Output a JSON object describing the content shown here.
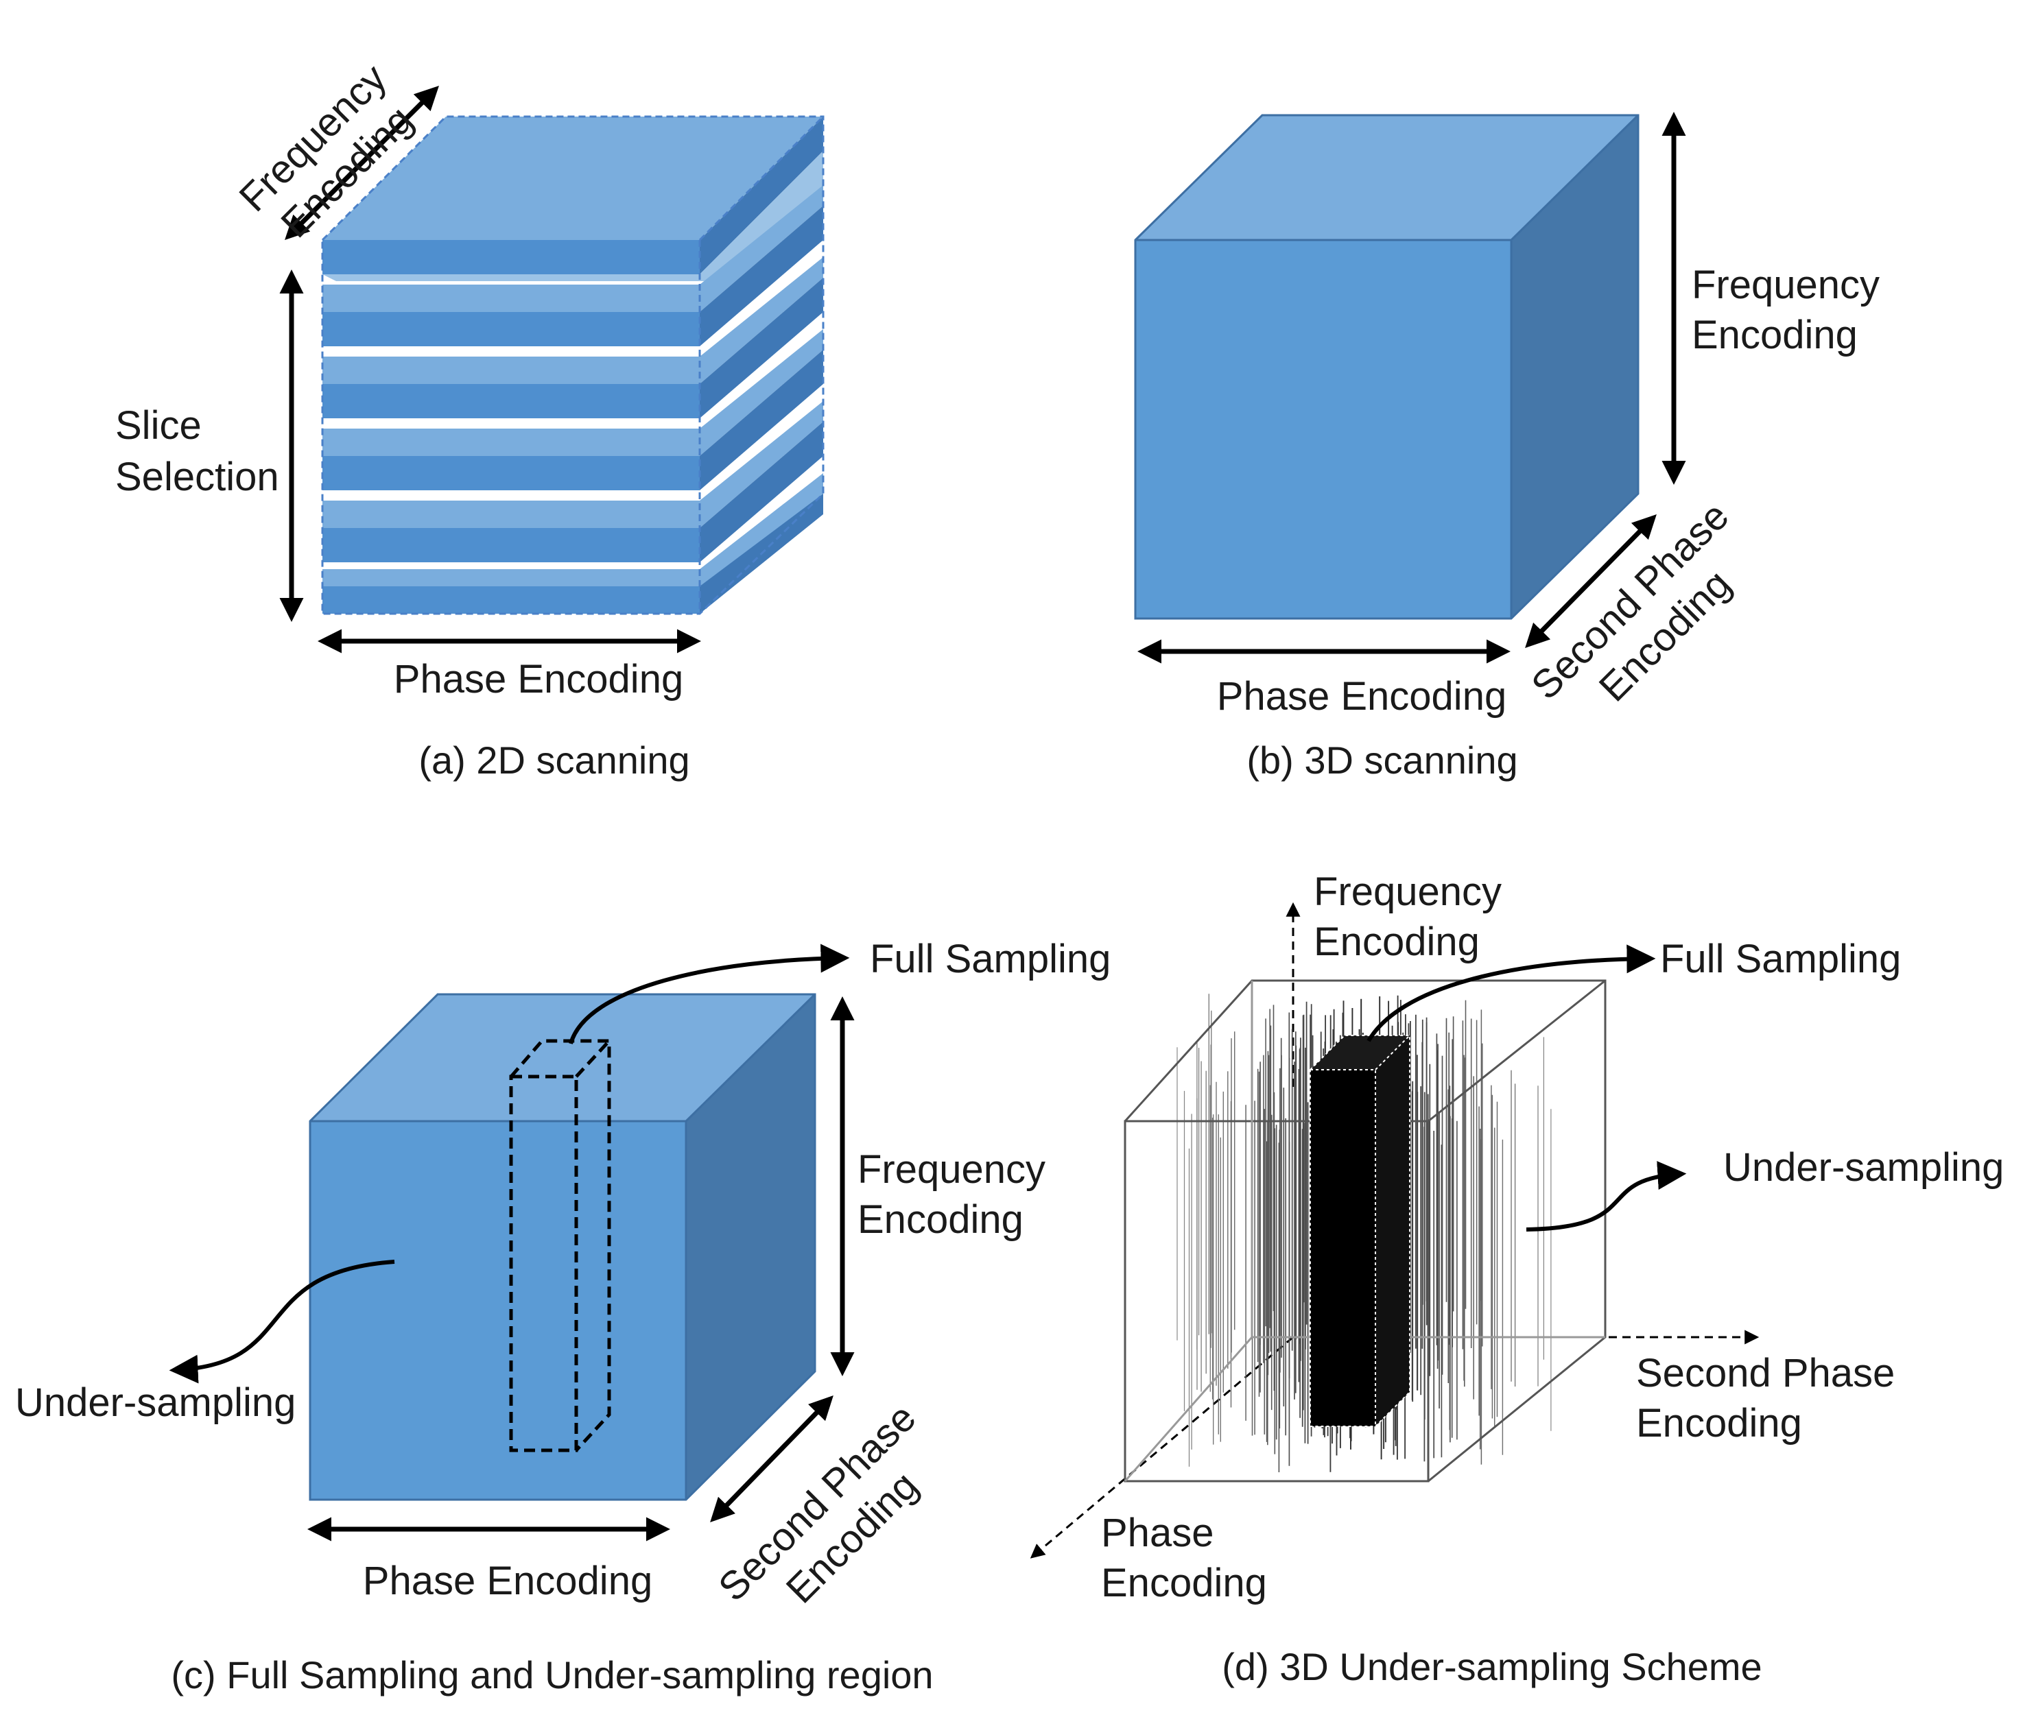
{
  "colors": {
    "cube_front": "#5b9bd5",
    "cube_top": "#7aaddd",
    "cube_side": "#4577a9",
    "arrow": "#000000",
    "text": "#1a1a1a"
  },
  "panel_a": {
    "frequency_line1": "Frequency",
    "frequency_line2": "Encoding",
    "slice_line1": "Slice",
    "slice_line2": "Selection",
    "phase": "Phase Encoding",
    "caption": "(a) 2D scanning"
  },
  "panel_b": {
    "frequency_line1": "Frequency",
    "frequency_line2": "Encoding",
    "second_line1": "Second Phase",
    "second_line2": "Encoding",
    "phase": "Phase Encoding",
    "caption": "(b) 3D scanning"
  },
  "panel_c": {
    "full_sampling": "Full Sampling",
    "frequency_line1": "Frequency",
    "frequency_line2": "Encoding",
    "under_sampling": "Under-sampling",
    "second_line1": "Second Phase",
    "second_line2": "Encoding",
    "phase": "Phase Encoding",
    "caption": "(c) Full Sampling and Under-sampling region"
  },
  "panel_d": {
    "frequency_line1": "Frequency",
    "frequency_line2": "Encoding",
    "full_sampling": "Full Sampling",
    "under_sampling": "Under-sampling",
    "second_line1": "Second Phase",
    "second_line2": "Encoding",
    "phase_line1": "Phase",
    "phase_line2": "Encoding",
    "caption": "(d) 3D Under-sampling Scheme"
  }
}
